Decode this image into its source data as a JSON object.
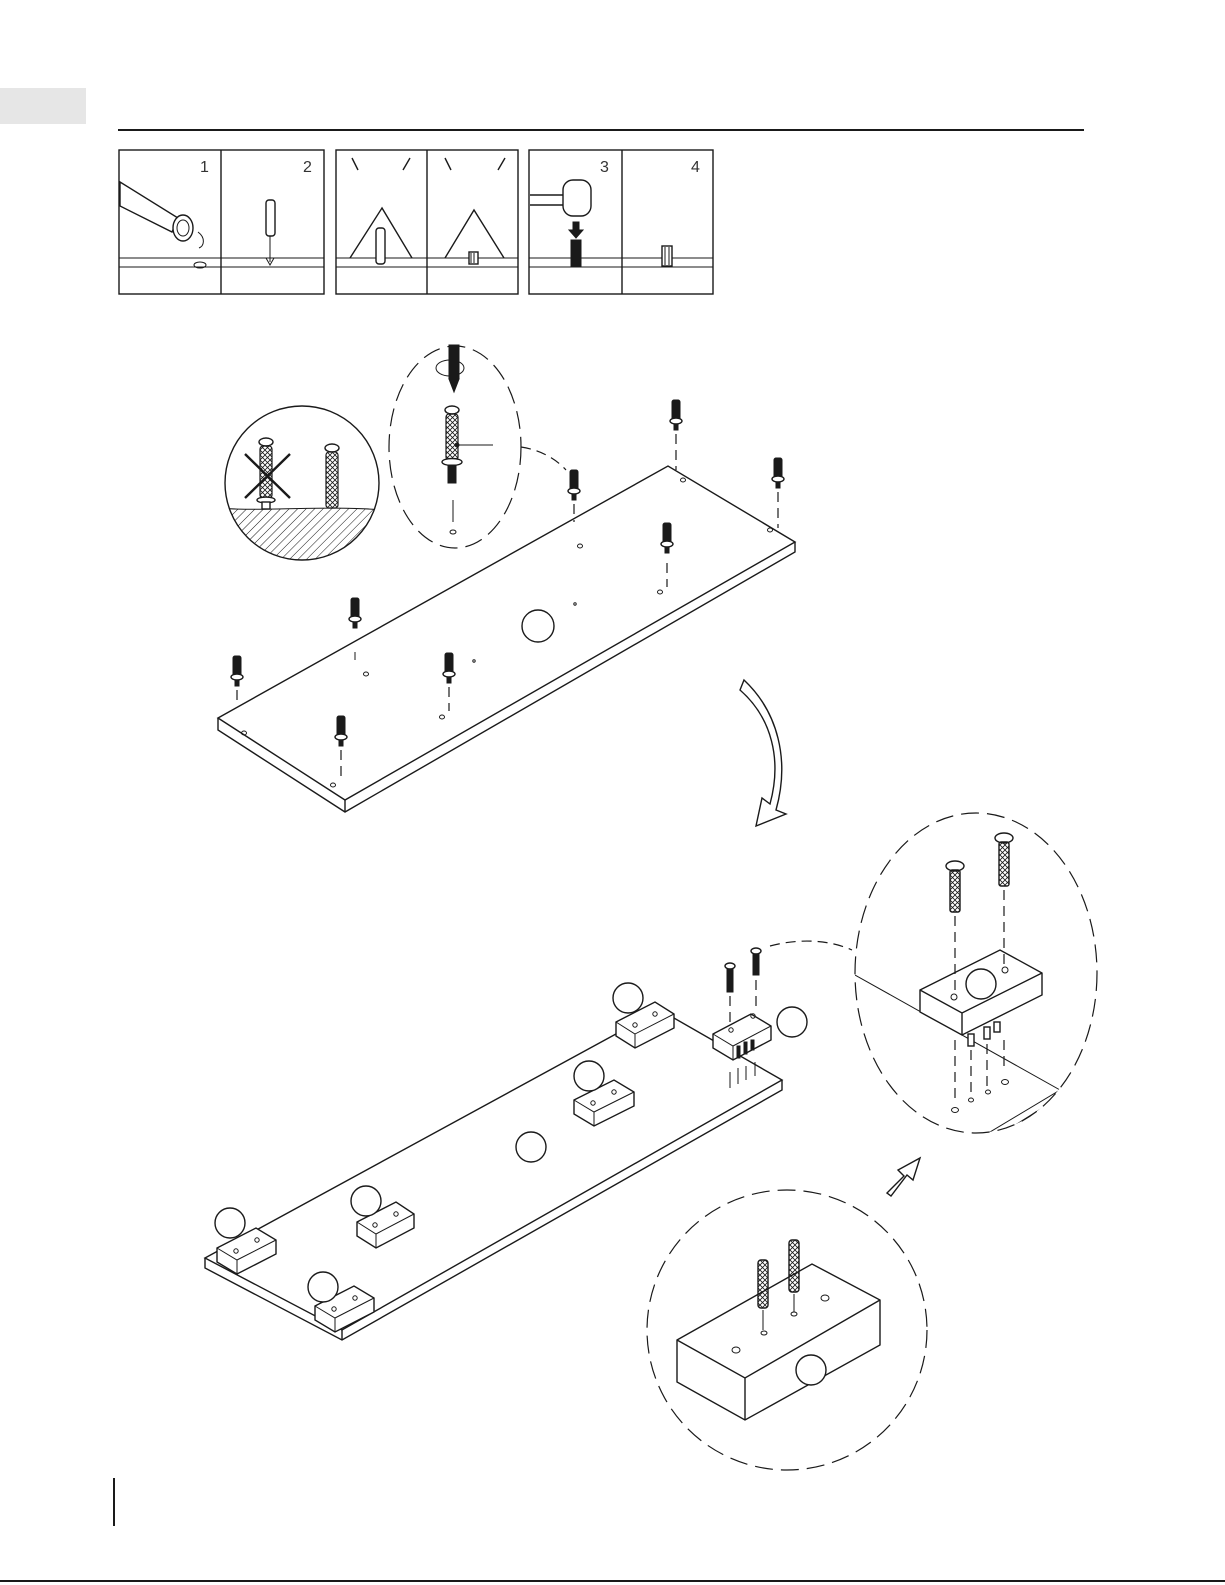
{
  "colors": {
    "ink": "#1a1a1a",
    "tab": "#e6e6e6",
    "paper": "#ffffff"
  },
  "step_strip": {
    "panels": [
      {
        "label": "1"
      },
      {
        "label": "2"
      },
      {
        "label": "3"
      },
      {
        "label": "4"
      }
    ]
  },
  "icons": {
    "glue": "glue-bottle-icon",
    "dowel": "wooden-dowel-icon",
    "hammer": "hammer-icon",
    "cam_bolt": "cam-bolt-icon",
    "screwdriver": "screwdriver-icon",
    "screw": "screw-icon",
    "rotate_arrow": "rotate-arrow-icon"
  }
}
